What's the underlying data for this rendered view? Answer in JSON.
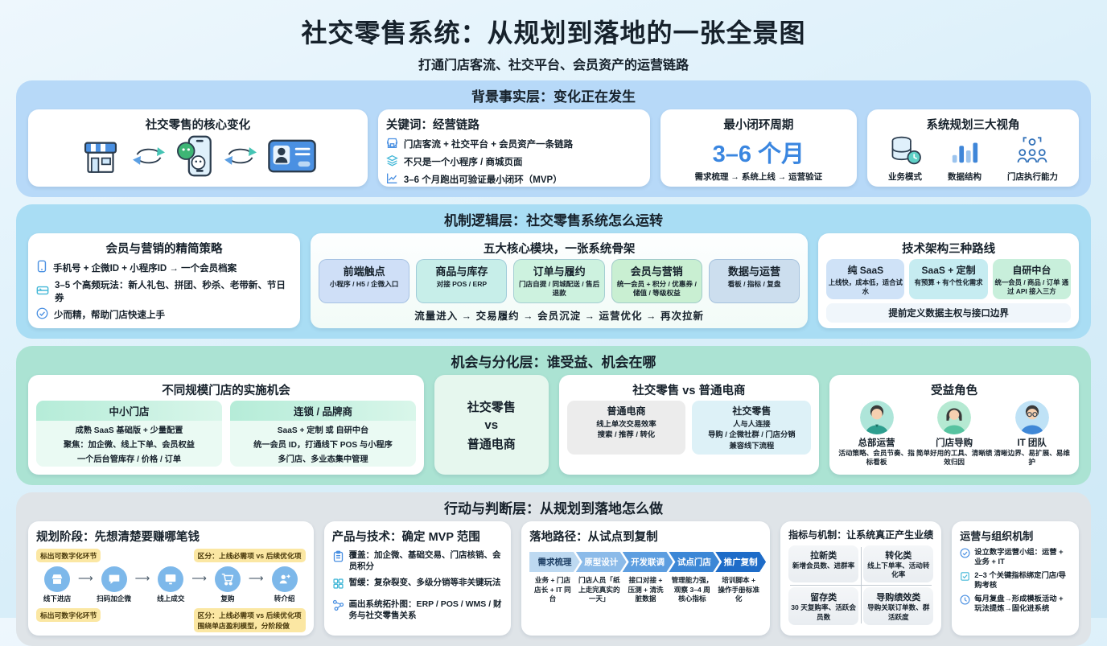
{
  "title": "社交零售系统：从规划到落地的一张全景图",
  "subtitle": "打通门店客流、社交平台、会员资产的运营链路",
  "s1": {
    "header": "背景事实层：变化正在发生",
    "core_change": {
      "title": "社交零售的核心变化"
    },
    "keywords": {
      "title": "关键词：经营链路",
      "items": [
        "门店客流 + 社交平台 + 会员资产一条链路",
        "不只是一个小程序 / 商城页面",
        "3–6 个月跑出可验证最小闭环（MVP）"
      ]
    },
    "cycle": {
      "title": "最小闭环周期",
      "value": "3–6 个月",
      "steps": "需求梳理 → 系统上线 → 运营验证"
    },
    "views": {
      "title": "系统规划三大视角",
      "items": [
        "业务模式",
        "数据结构",
        "门店执行能力"
      ]
    }
  },
  "s2": {
    "header": "机制逻辑层：社交零售系统怎么运转",
    "member": {
      "title": "会员与营销的精简策略",
      "items": [
        "手机号 + 企微ID + 小程序ID → 一个会员档案",
        "3–5 个高频玩法：新人礼包、拼团、秒杀、老带新、节日券",
        "少而精，帮助门店快速上手"
      ]
    },
    "modules_card": {
      "title": "五大核心模块，一张系统骨架",
      "modules": [
        {
          "title": "前端触点",
          "desc": "小程序 / H5 / 企微入口"
        },
        {
          "title": "商品与库存",
          "desc": "对接 POS / ERP"
        },
        {
          "title": "订单与履约",
          "desc": "门店自提 / 同城配送 / 售后退款"
        },
        {
          "title": "会员与营销",
          "desc": "统一会员 + 积分 / 优惠券 / 储值 / 等级权益"
        },
        {
          "title": "数据与运营",
          "desc": "看板 / 指标 / 复盘"
        }
      ],
      "flow": "流量进入 → 交易履约 → 会员沉淀 → 运营优化 → 再次拉新"
    },
    "tech": {
      "title": "技术架构三种路线",
      "routes": [
        {
          "title": "纯 SaaS",
          "desc": "上线快，成本低，适合试水"
        },
        {
          "title": "SaaS + 定制",
          "desc": "有预算 + 有个性化需求"
        },
        {
          "title": "自研中台",
          "desc": "统一会员 / 商品 / 订单 通过 API 接入三方"
        }
      ],
      "note": "提前定义数据主权与接口边界"
    }
  },
  "s3": {
    "header": "机会与分化层：谁受益、机会在哪",
    "sizes": {
      "title": "不同规模门店的实施机会",
      "cols": [
        {
          "title": "中小门店",
          "lines": [
            "成熟 SaaS 基础版 + 少量配置",
            "聚焦：加企微、线上下单、会员权益",
            "一个后台管库存 / 价格 / 订单"
          ]
        },
        {
          "title": "连锁 / 品牌商",
          "lines": [
            "SaaS + 定制 或 自研中台",
            "统一会员 ID，打通线下 POS 与小程序",
            "多门店、多业态集中管理"
          ]
        }
      ]
    },
    "vs_label": {
      "l1": "社交零售",
      "l2": "vs",
      "l3": "普通电商"
    },
    "vs_card": {
      "title": "社交零售 vs 普通电商",
      "cols": [
        {
          "title": "普通电商",
          "lines": [
            "线上单次交易效率",
            "搜索 / 推荐 / 转化"
          ]
        },
        {
          "title": "社交零售",
          "lines": [
            "人与人连接",
            "导购 / 企微社群 / 门店分销",
            "兼容线下流程"
          ]
        }
      ]
    },
    "roles": {
      "title": "受益角色",
      "items": [
        {
          "name": "总部运营",
          "desc": "活动策略、会员节奏、指标看板"
        },
        {
          "name": "门店导购",
          "desc": "简单好用的工具、清晰绩效归因"
        },
        {
          "name": "IT 团队",
          "desc": "清晰边界、易扩展、易维护"
        }
      ]
    }
  },
  "s4": {
    "header": "行动与判断层：从规划到落地怎么做",
    "plan": {
      "title": "规划阶段：先想清楚要赚哪笔钱",
      "tag_top_left": "标出可数字化环节",
      "tag_top_right": "区分：上线必需项 vs 后续优化项",
      "flow": [
        "线下进店",
        "扫码加企微",
        "线上成交",
        "复购",
        "转介绍"
      ],
      "tag_bottom_left": "标出可数字化环节",
      "tag_bottom_right1": "区分：上线必需项 vs 后续优化项",
      "tag_bottom_right2": "围绕单店盈利模型，分阶段做"
    },
    "product": {
      "title": "产品与技术：确定 MVP 范围",
      "items": [
        "覆盖：加企微、基础交易、门店核销、会员积分",
        "暂缓：复杂裂变、多级分销等非关键玩法",
        "画出系统拓扑图：ERP / POS / WMS / 财务与社交零售关系"
      ]
    },
    "path": {
      "title": "落地路径：从试点到复制",
      "steps": [
        {
          "label": "需求梳理",
          "desc": "业务 + 门店店长 + IT 同台"
        },
        {
          "label": "原型设计",
          "desc": "门店人员「纸上走完真实的一天」"
        },
        {
          "label": "开发联调",
          "desc": "接口对接 + 压测 + 清洗脏数据"
        },
        {
          "label": "试点门店",
          "desc": "管理能力强，观察 3–4 周核心指标"
        },
        {
          "label": "推广复制",
          "desc": "培训脚本 + 操作手册标准化"
        }
      ]
    },
    "metrics": {
      "title": "指标与机制：让系统真正产生业绩",
      "items": [
        {
          "title": "拉新类",
          "desc": "新增会员数、进群率"
        },
        {
          "title": "转化类",
          "desc": "线上下单率、活动转化率"
        },
        {
          "title": "留存类",
          "desc": "30 天复购率、活跃会员数"
        },
        {
          "title": "导购绩效类",
          "desc": "导购关联订单数、群活跃度"
        }
      ]
    },
    "org": {
      "title": "运营与组织机制",
      "items": [
        "设立数字运营小组：运营 + 业务 + IT",
        "2–3 个关键指标绑定门店/导购考核",
        "每月复盘→形成模板活动 + 玩法提炼→固化进系统"
      ]
    }
  }
}
